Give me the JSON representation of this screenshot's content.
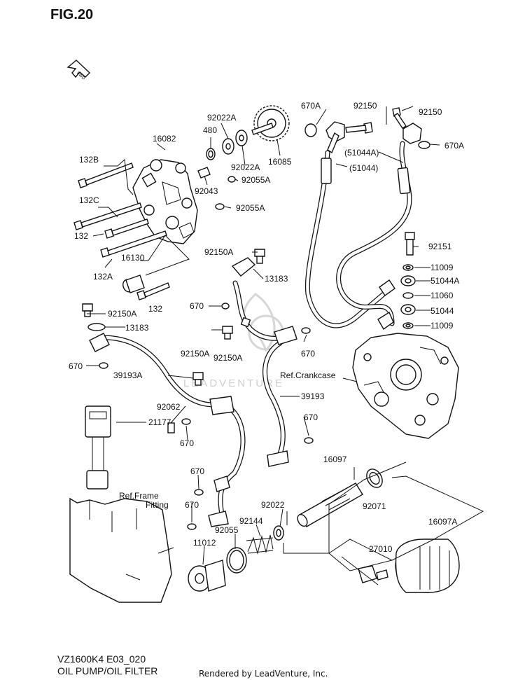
{
  "header": {
    "fig_label": "FIG.20",
    "fwd_label": "FWD"
  },
  "watermark": {
    "text": "LEADVENTURE"
  },
  "parts": [
    "132B",
    "132C",
    "132",
    "132A",
    "16130",
    "132",
    "16082",
    "480",
    "92022A",
    "92022A",
    "16085",
    "92043",
    "92055A",
    "92055A",
    "670A",
    "92150",
    "92150",
    "670A",
    "(51044A)",
    "(51044)",
    "92151",
    "11009",
    "51044A",
    "11060",
    "51044",
    "11009",
    "92150A",
    "13183",
    "670",
    "92150A",
    "13183",
    "670",
    "92150A",
    "92150A",
    "670",
    "39193A",
    "39193",
    "670",
    "670",
    "92062",
    "21177",
    "670",
    "670",
    "16097",
    "92022",
    "92071",
    "92144",
    "92055",
    "11012",
    "16097A",
    "27010"
  ],
  "refs": {
    "crankcase": "Ref.Crankcase",
    "frame_line1": "Ref.Frame",
    "frame_line2": "Fitting"
  },
  "footer": {
    "model_code": "VZ1600K4 E03_020",
    "title": "OIL PUMP/OIL FILTER",
    "credit": "Rendered by LeadVenture, Inc."
  }
}
